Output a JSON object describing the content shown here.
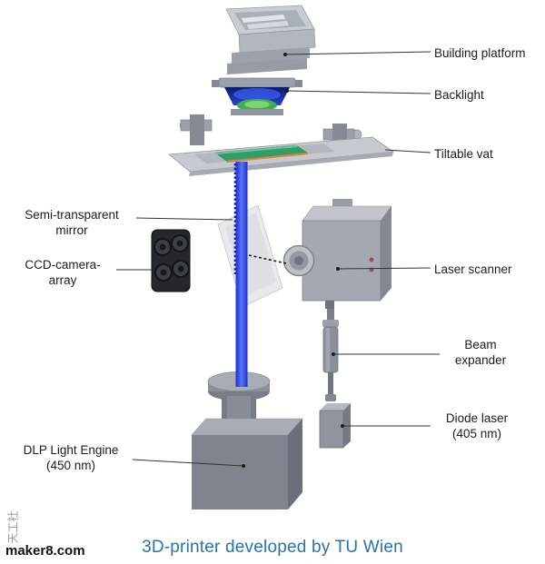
{
  "caption": "3D-printer developed by TU Wien",
  "watermark": {
    "brand": "maker8.com",
    "side": "天工社"
  },
  "labels": [
    {
      "id": "building-platform",
      "text": "Building  platform"
    },
    {
      "id": "backlight",
      "text": "Backlight"
    },
    {
      "id": "tiltable-vat",
      "text": "Tiltable vat"
    },
    {
      "id": "semi-transparent-mirror",
      "text": "Semi-transparent\nmirror"
    },
    {
      "id": "ccd-camera-array",
      "text": "CCD-camera-\narray"
    },
    {
      "id": "laser-scanner",
      "text": "Laser scanner"
    },
    {
      "id": "beam-expander",
      "text": "Beam\nexpander"
    },
    {
      "id": "diode-laser",
      "text": "Diode laser\n(405 nm)"
    },
    {
      "id": "dlp-light-engine",
      "text": "DLP Light Engine\n(450 nm)"
    }
  ],
  "components": [
    "building-platform",
    "backlight",
    "tiltable-vat",
    "projection-beam",
    "semi-transparent-mirror",
    "ccd-camera-array",
    "laser-scanner",
    "beam-expander",
    "diode-laser",
    "dlp-light-engine"
  ],
  "colors": {
    "caption_blue": "#2a72a8",
    "beam_blue": "#2a3fe0",
    "vat_green": "#2f9e68",
    "vat_rim_orange": "#d5893c",
    "metal_gray": "#9aa0ab",
    "camera_black": "#24272c",
    "indicator_red": "#a84a4a"
  }
}
